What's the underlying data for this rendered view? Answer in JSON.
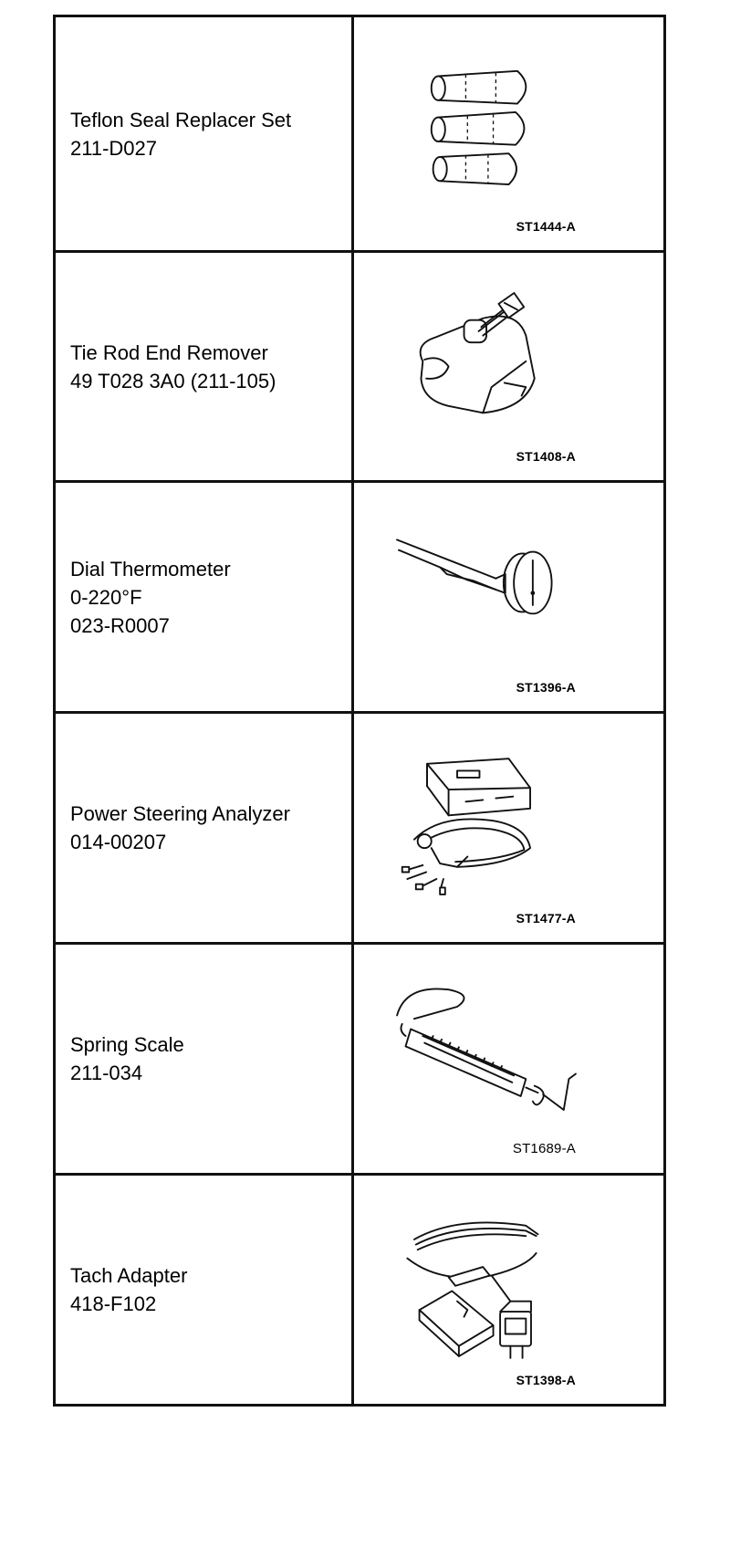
{
  "tools": [
    {
      "name_lines": [
        "Teflon Seal Replacer Set",
        "211-D027"
      ],
      "image_code": "ST1444-A",
      "icon": "seal-replacer-icon"
    },
    {
      "name_lines": [
        "Tie Rod End Remover",
        "49 T028 3A0 (211-105)"
      ],
      "image_code": "ST1408-A",
      "icon": "tie-rod-remover-icon"
    },
    {
      "name_lines": [
        "Dial Thermometer",
        "0-220°F",
        "023-R0007"
      ],
      "image_code": "ST1396-A",
      "icon": "dial-thermometer-icon"
    },
    {
      "name_lines": [
        "Power Steering Analyzer",
        "014-00207"
      ],
      "image_code": "ST1477-A",
      "icon": "power-steering-analyzer-icon"
    },
    {
      "name_lines": [
        "Spring Scale",
        "211-034"
      ],
      "image_code": "ST1689-A",
      "icon": "spring-scale-icon"
    },
    {
      "name_lines": [
        "Tach Adapter",
        "418-F102"
      ],
      "image_code": "ST1398-A",
      "icon": "tach-adapter-icon"
    }
  ]
}
